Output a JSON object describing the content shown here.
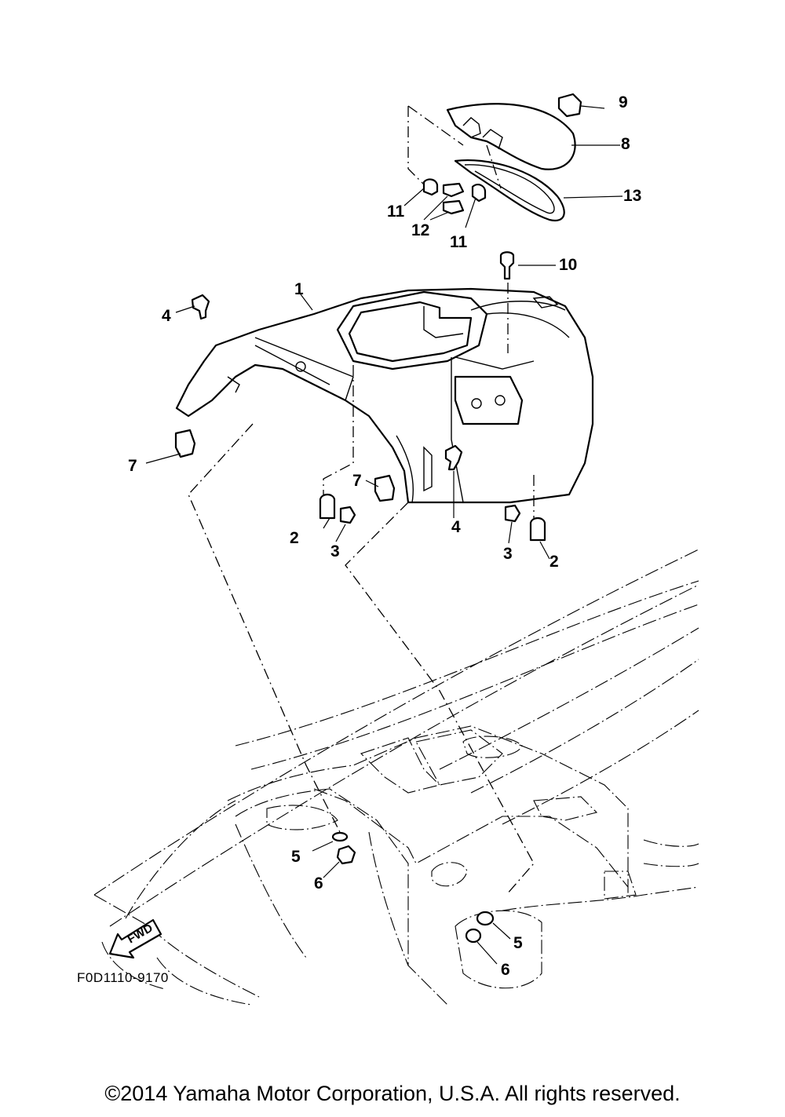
{
  "diagram": {
    "labels": [
      "1",
      "2",
      "3",
      "4",
      "5",
      "6",
      "7",
      "8",
      "9",
      "10",
      "11",
      "12",
      "13"
    ],
    "code": "F0D1110-9170",
    "fwd": "FWD"
  },
  "footer": {
    "copyright": "©2014 Yamaha Motor Corporation, U.S.A. All rights reserved."
  }
}
